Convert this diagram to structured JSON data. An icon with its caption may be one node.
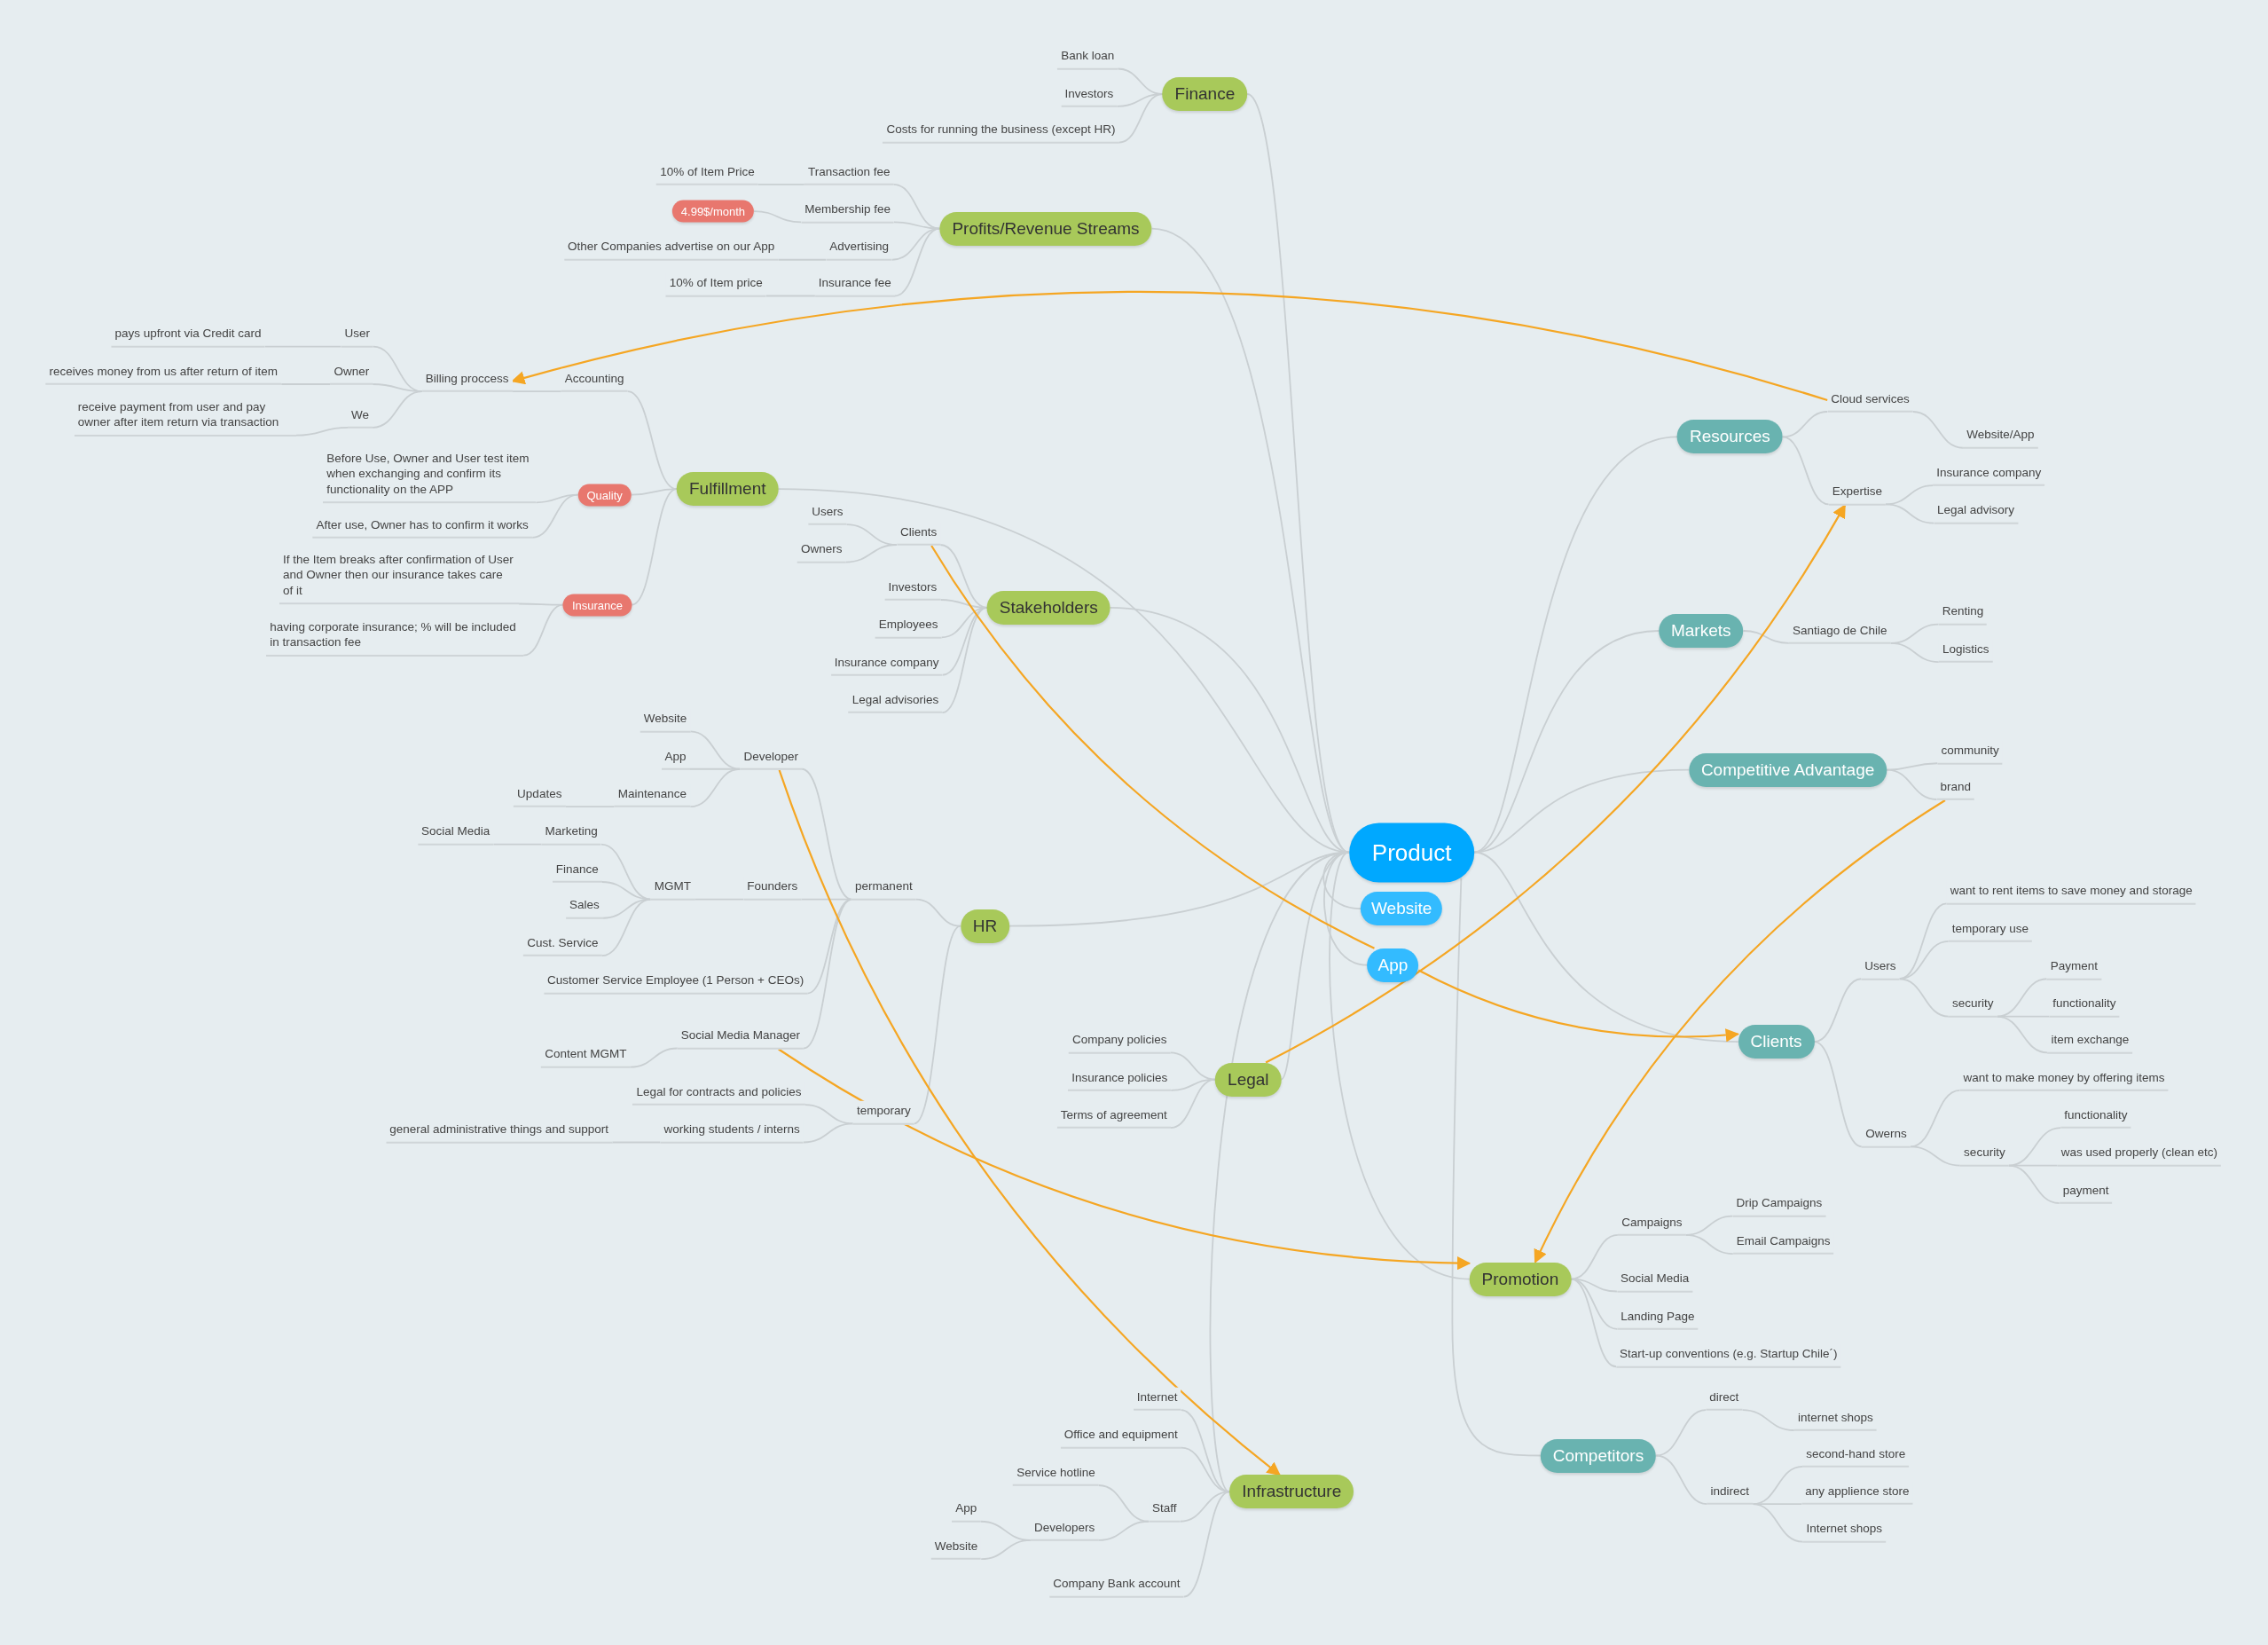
{
  "diagram": {
    "nodes": [
      {
        "text": [
          "Product"
        ]
      },
      {
        "text": [
          "Website"
        ]
      },
      {
        "text": [
          "App"
        ]
      },
      {
        "text": [
          "Finance"
        ]
      },
      {
        "text": [
          "Bank loan"
        ]
      },
      {
        "text": [
          "Investors"
        ]
      },
      {
        "text": [
          "Costs for running the business (except HR)"
        ]
      },
      {
        "text": [
          "Profits/Revenue Streams"
        ]
      },
      {
        "text": [
          "Transaction fee"
        ]
      },
      {
        "text": [
          "10% of Item Price"
        ]
      },
      {
        "text": [
          "Membership fee"
        ]
      },
      {
        "text": [
          "4.99$/month"
        ]
      },
      {
        "text": [
          "Advertising"
        ]
      },
      {
        "text": [
          "Other Companies advertise on our App"
        ]
      },
      {
        "text": [
          "Insurance fee"
        ]
      },
      {
        "text": [
          "10% of Item price"
        ]
      },
      {
        "text": [
          "Fulfillment"
        ]
      },
      {
        "text": [
          "Accounting"
        ]
      },
      {
        "text": [
          "Billing proccess"
        ]
      },
      {
        "text": [
          "User"
        ]
      },
      {
        "text": [
          "pays upfront via Credit card"
        ]
      },
      {
        "text": [
          "Owner"
        ]
      },
      {
        "text": [
          "receives money from us after return of item"
        ]
      },
      {
        "text": [
          "We"
        ]
      },
      {
        "text": [
          "receive payment from user and pay owner after item return via transaction"
        ]
      },
      {
        "text": [
          "Quality"
        ]
      },
      {
        "text": [
          "Before Use, Owner and User test item when exchanging and confirm its functionality on the APP"
        ]
      },
      {
        "text": [
          "After use, Owner has to confirm it works"
        ]
      },
      {
        "text": [
          "Insurance"
        ]
      },
      {
        "text": [
          "If the Item breaks after confirmation of User and Owner then our insurance takes care of it"
        ]
      },
      {
        "text": [
          "having corporate insurance; % will be included in transaction fee"
        ]
      },
      {
        "text": [
          "Stakeholders"
        ]
      },
      {
        "text": [
          "Users"
        ]
      },
      {
        "text": [
          "Clients"
        ]
      },
      {
        "text": [
          "Owners"
        ]
      },
      {
        "text": [
          "Investors"
        ]
      },
      {
        "text": [
          "Employees"
        ]
      },
      {
        "text": [
          "Insurance company"
        ]
      },
      {
        "text": [
          "Legal advisories"
        ]
      },
      {
        "text": [
          "HR"
        ]
      },
      {
        "text": [
          "permanent"
        ]
      },
      {
        "text": [
          "Developer"
        ]
      },
      {
        "text": [
          "Website"
        ]
      },
      {
        "text": [
          "App"
        ]
      },
      {
        "text": [
          "Maintenance"
        ]
      },
      {
        "text": [
          "Updates"
        ]
      },
      {
        "text": [
          "Founders"
        ]
      },
      {
        "text": [
          "MGMT"
        ]
      },
      {
        "text": [
          "Marketing"
        ]
      },
      {
        "text": [
          "Social Media"
        ]
      },
      {
        "text": [
          "Finance"
        ]
      },
      {
        "text": [
          "Sales"
        ]
      },
      {
        "text": [
          "Cust. Service"
        ]
      },
      {
        "text": [
          "Customer Service Employee (1 Person + CEOs)"
        ]
      },
      {
        "text": [
          "Social Media Manager"
        ]
      },
      {
        "text": [
          "Content MGMT"
        ]
      },
      {
        "text": [
          "temporary"
        ]
      },
      {
        "text": [
          "Legal for contracts and policies"
        ]
      },
      {
        "text": [
          "working students / interns"
        ]
      },
      {
        "text": [
          "general administrative things and support"
        ]
      },
      {
        "text": [
          "Legal"
        ]
      },
      {
        "text": [
          "Company policies"
        ]
      },
      {
        "text": [
          "Insurance policies"
        ]
      },
      {
        "text": [
          "Terms of agreement"
        ]
      },
      {
        "text": [
          "Infrastructure"
        ]
      },
      {
        "text": [
          "Internet"
        ]
      },
      {
        "text": [
          "Office and equipment"
        ]
      },
      {
        "text": [
          "Staff"
        ]
      },
      {
        "text": [
          "Service hotline"
        ]
      },
      {
        "text": [
          "Developers"
        ]
      },
      {
        "text": [
          "App"
        ]
      },
      {
        "text": [
          "Website"
        ]
      },
      {
        "text": [
          "Company Bank account"
        ]
      },
      {
        "text": [
          "Resources"
        ]
      },
      {
        "text": [
          "Cloud services"
        ]
      },
      {
        "text": [
          "Website/App"
        ]
      },
      {
        "text": [
          "Expertise"
        ]
      },
      {
        "text": [
          "Insurance company"
        ]
      },
      {
        "text": [
          "Legal advisory"
        ]
      },
      {
        "text": [
          "Markets"
        ]
      },
      {
        "text": [
          "Santiago de Chile"
        ]
      },
      {
        "text": [
          "Renting"
        ]
      },
      {
        "text": [
          "Logistics"
        ]
      },
      {
        "text": [
          "Competitive Advantage"
        ]
      },
      {
        "text": [
          "community"
        ]
      },
      {
        "text": [
          "brand"
        ]
      },
      {
        "text": [
          "Clients"
        ]
      },
      {
        "text": [
          "Users"
        ]
      },
      {
        "text": [
          "want to rent items to save money and storage"
        ]
      },
      {
        "text": [
          "temporary use"
        ]
      },
      {
        "text": [
          "security"
        ]
      },
      {
        "text": [
          "Payment"
        ]
      },
      {
        "text": [
          "functionality"
        ]
      },
      {
        "text": [
          "item exchange"
        ]
      },
      {
        "text": [
          "Owerns"
        ]
      },
      {
        "text": [
          "want to make money by offering items"
        ]
      },
      {
        "text": [
          "security"
        ]
      },
      {
        "text": [
          "functionality"
        ]
      },
      {
        "text": [
          "was used properly (clean etc)"
        ]
      },
      {
        "text": [
          "payment"
        ]
      },
      {
        "text": [
          "Promotion"
        ]
      },
      {
        "text": [
          "Campaigns"
        ]
      },
      {
        "text": [
          "Drip Campaigns"
        ]
      },
      {
        "text": [
          "Email Campaigns"
        ]
      },
      {
        "text": [
          "Social Media"
        ]
      },
      {
        "text": [
          "Landing Page"
        ]
      },
      {
        "text": [
          "Start-up conventions (e.g. Startup Chile´)"
        ]
      },
      {
        "text": [
          "Competitors"
        ]
      },
      {
        "text": [
          "direct"
        ]
      },
      {
        "text": [
          "internet shops"
        ]
      },
      {
        "text": [
          "indirect"
        ]
      },
      {
        "text": [
          "second-hand store"
        ]
      },
      {
        "text": [
          "any applience store"
        ]
      },
      {
        "text": [
          "Internet shops"
        ]
      }
    ],
    "edges": [
      {
        "from": 0,
        "to": 1,
        "arrow": "none"
      },
      {
        "from": 0,
        "to": 2,
        "arrow": "none"
      },
      {
        "from": 0,
        "to": 3,
        "arrow": "none"
      },
      {
        "from": 3,
        "to": 4,
        "arrow": "none"
      },
      {
        "from": 3,
        "to": 5,
        "arrow": "none"
      },
      {
        "from": 3,
        "to": 6,
        "arrow": "none"
      },
      {
        "from": 0,
        "to": 7,
        "arrow": "none"
      },
      {
        "from": 7,
        "to": 8,
        "arrow": "none"
      },
      {
        "from": 8,
        "to": 9,
        "arrow": "none"
      },
      {
        "from": 7,
        "to": 10,
        "arrow": "none"
      },
      {
        "from": 10,
        "to": 11,
        "arrow": "none"
      },
      {
        "from": 7,
        "to": 12,
        "arrow": "none"
      },
      {
        "from": 12,
        "to": 13,
        "arrow": "none"
      },
      {
        "from": 7,
        "to": 14,
        "arrow": "none"
      },
      {
        "from": 14,
        "to": 15,
        "arrow": "none"
      },
      {
        "from": 0,
        "to": 16,
        "arrow": "none"
      },
      {
        "from": 16,
        "to": 17,
        "arrow": "none"
      },
      {
        "from": 17,
        "to": 18,
        "arrow": "none"
      },
      {
        "from": 18,
        "to": 19,
        "arrow": "none"
      },
      {
        "from": 19,
        "to": 20,
        "arrow": "none"
      },
      {
        "from": 18,
        "to": 21,
        "arrow": "none"
      },
      {
        "from": 21,
        "to": 22,
        "arrow": "none"
      },
      {
        "from": 18,
        "to": 23,
        "arrow": "none"
      },
      {
        "from": 23,
        "to": 24,
        "arrow": "none"
      },
      {
        "from": 16,
        "to": 25,
        "arrow": "none"
      },
      {
        "from": 25,
        "to": 26,
        "arrow": "none"
      },
      {
        "from": 25,
        "to": 27,
        "arrow": "none"
      },
      {
        "from": 16,
        "to": 28,
        "arrow": "none"
      },
      {
        "from": 28,
        "to": 29,
        "arrow": "none"
      },
      {
        "from": 28,
        "to": 30,
        "arrow": "none"
      },
      {
        "from": 0,
        "to": 31,
        "arrow": "none"
      },
      {
        "from": 31,
        "to": 33,
        "arrow": "none"
      },
      {
        "from": 33,
        "to": 32,
        "arrow": "none"
      },
      {
        "from": 33,
        "to": 34,
        "arrow": "none"
      },
      {
        "from": 31,
        "to": 35,
        "arrow": "none"
      },
      {
        "from": 31,
        "to": 36,
        "arrow": "none"
      },
      {
        "from": 31,
        "to": 37,
        "arrow": "none"
      },
      {
        "from": 31,
        "to": 38,
        "arrow": "none"
      },
      {
        "from": 0,
        "to": 39,
        "arrow": "none"
      },
      {
        "from": 39,
        "to": 40,
        "arrow": "none"
      },
      {
        "from": 40,
        "to": 41,
        "arrow": "none"
      },
      {
        "from": 41,
        "to": 42,
        "arrow": "none"
      },
      {
        "from": 41,
        "to": 43,
        "arrow": "none"
      },
      {
        "from": 41,
        "to": 44,
        "arrow": "none"
      },
      {
        "from": 44,
        "to": 45,
        "arrow": "none"
      },
      {
        "from": 40,
        "to": 46,
        "arrow": "none"
      },
      {
        "from": 46,
        "to": 47,
        "arrow": "none"
      },
      {
        "from": 47,
        "to": 48,
        "arrow": "none"
      },
      {
        "from": 48,
        "to": 49,
        "arrow": "none"
      },
      {
        "from": 47,
        "to": 50,
        "arrow": "none"
      },
      {
        "from": 47,
        "to": 51,
        "arrow": "none"
      },
      {
        "from": 47,
        "to": 52,
        "arrow": "none"
      },
      {
        "from": 40,
        "to": 53,
        "arrow": "none"
      },
      {
        "from": 40,
        "to": 54,
        "arrow": "none"
      },
      {
        "from": 54,
        "to": 55,
        "arrow": "none"
      },
      {
        "from": 39,
        "to": 56,
        "arrow": "none"
      },
      {
        "from": 56,
        "to": 57,
        "arrow": "none"
      },
      {
        "from": 56,
        "to": 58,
        "arrow": "none"
      },
      {
        "from": 58,
        "to": 59,
        "arrow": "none"
      },
      {
        "from": 0,
        "to": 60,
        "arrow": "none"
      },
      {
        "from": 60,
        "to": 61,
        "arrow": "none"
      },
      {
        "from": 60,
        "to": 62,
        "arrow": "none"
      },
      {
        "from": 60,
        "to": 63,
        "arrow": "none"
      },
      {
        "from": 0,
        "to": 64,
        "arrow": "none"
      },
      {
        "from": 64,
        "to": 65,
        "arrow": "none"
      },
      {
        "from": 64,
        "to": 66,
        "arrow": "none"
      },
      {
        "from": 64,
        "to": 67,
        "arrow": "none"
      },
      {
        "from": 67,
        "to": 68,
        "arrow": "none"
      },
      {
        "from": 67,
        "to": 69,
        "arrow": "none"
      },
      {
        "from": 69,
        "to": 70,
        "arrow": "none"
      },
      {
        "from": 69,
        "to": 71,
        "arrow": "none"
      },
      {
        "from": 64,
        "to": 72,
        "arrow": "none"
      },
      {
        "from": 0,
        "to": 73,
        "arrow": "none"
      },
      {
        "from": 73,
        "to": 74,
        "arrow": "none"
      },
      {
        "from": 74,
        "to": 75,
        "arrow": "none"
      },
      {
        "from": 73,
        "to": 76,
        "arrow": "none"
      },
      {
        "from": 76,
        "to": 77,
        "arrow": "none"
      },
      {
        "from": 76,
        "to": 78,
        "arrow": "none"
      },
      {
        "from": 0,
        "to": 79,
        "arrow": "none"
      },
      {
        "from": 79,
        "to": 80,
        "arrow": "none"
      },
      {
        "from": 80,
        "to": 81,
        "arrow": "none"
      },
      {
        "from": 80,
        "to": 82,
        "arrow": "none"
      },
      {
        "from": 0,
        "to": 83,
        "arrow": "none"
      },
      {
        "from": 83,
        "to": 84,
        "arrow": "none"
      },
      {
        "from": 83,
        "to": 85,
        "arrow": "none"
      },
      {
        "from": 0,
        "to": 86,
        "arrow": "none"
      },
      {
        "from": 86,
        "to": 87,
        "arrow": "none"
      },
      {
        "from": 87,
        "to": 88,
        "arrow": "none"
      },
      {
        "from": 87,
        "to": 89,
        "arrow": "none"
      },
      {
        "from": 87,
        "to": 90,
        "arrow": "none"
      },
      {
        "from": 90,
        "to": 91,
        "arrow": "none"
      },
      {
        "from": 90,
        "to": 92,
        "arrow": "none"
      },
      {
        "from": 90,
        "to": 93,
        "arrow": "none"
      },
      {
        "from": 86,
        "to": 94,
        "arrow": "none"
      },
      {
        "from": 94,
        "to": 95,
        "arrow": "none"
      },
      {
        "from": 94,
        "to": 96,
        "arrow": "none"
      },
      {
        "from": 96,
        "to": 97,
        "arrow": "none"
      },
      {
        "from": 96,
        "to": 98,
        "arrow": "none"
      },
      {
        "from": 96,
        "to": 99,
        "arrow": "none"
      },
      {
        "from": 0,
        "to": 100,
        "arrow": "none"
      },
      {
        "from": 100,
        "to": 101,
        "arrow": "none"
      },
      {
        "from": 101,
        "to": 102,
        "arrow": "none"
      },
      {
        "from": 101,
        "to": 103,
        "arrow": "none"
      },
      {
        "from": 100,
        "to": 104,
        "arrow": "none"
      },
      {
        "from": 100,
        "to": 105,
        "arrow": "none"
      },
      {
        "from": 100,
        "to": 106,
        "arrow": "none"
      },
      {
        "from": 0,
        "to": 107,
        "arrow": "none"
      },
      {
        "from": 107,
        "to": 108,
        "arrow": "none"
      },
      {
        "from": 108,
        "to": 109,
        "arrow": "none"
      },
      {
        "from": 107,
        "to": 110,
        "arrow": "none"
      },
      {
        "from": 110,
        "to": 111,
        "arrow": "none"
      },
      {
        "from": 110,
        "to": 112,
        "arrow": "none"
      },
      {
        "from": 110,
        "to": 113,
        "arrow": "none"
      },
      {
        "from": 74,
        "to": 18,
        "arrow": "to",
        "color": "#f5a623"
      },
      {
        "from": 2,
        "to": 33,
        "arrow": "none",
        "color": "#f5a623"
      },
      {
        "from": 41,
        "to": 64,
        "arrow": "to",
        "color": "#f5a623"
      },
      {
        "from": 54,
        "to": 100,
        "arrow": "to",
        "color": "#f5a623"
      },
      {
        "from": 60,
        "to": 76,
        "arrow": "to",
        "color": "#f5a623"
      },
      {
        "from": 2,
        "to": 86,
        "arrow": "to",
        "color": "#f5a623"
      },
      {
        "from": 85,
        "to": 100,
        "arrow": "to",
        "color": "#f5a623"
      }
    ]
  }
}
